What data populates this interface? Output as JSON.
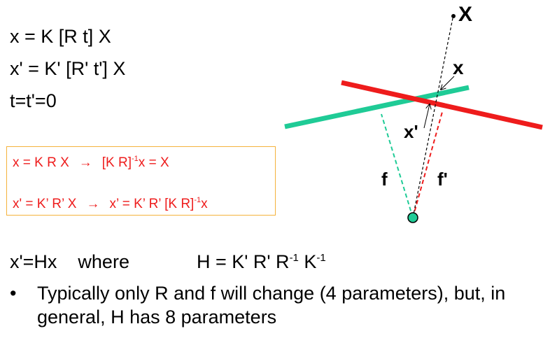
{
  "equations": {
    "line1": "x = K [R t] X",
    "line2": "x' = K' [R' t'] X",
    "line3": "t=t'=0"
  },
  "box": {
    "line1_left": "x = K R X",
    "line1_arrow": "→",
    "line1_right_a": "[K R]",
    "line1_right_sup": "-1",
    "line1_right_b": "x = X",
    "line2_left": "x' = K’ R’ X",
    "line2_arrow": "→",
    "line2_right_a": "x’ = K’ R’ [K R]",
    "line2_right_sup": "-1",
    "line2_right_b": "x"
  },
  "homography": {
    "lhs": "x'=Hx",
    "where": "where",
    "rhs_a": "H = K' R' R",
    "rhs_sup1": "-1",
    "rhs_b": " K",
    "rhs_sup2": "-1"
  },
  "bullet": {
    "marker": "•",
    "text": "Typically only R and f will change (4 parameters), but, in general, H has 8 parameters"
  },
  "diagram": {
    "label_X": "X",
    "label_x": "x",
    "label_xprime": "x'",
    "label_f": "f",
    "label_fprime": "f'",
    "colors": {
      "red": "#ee1c1c",
      "teal": "#1fcb96",
      "center_fill": "#1fcb96"
    }
  }
}
